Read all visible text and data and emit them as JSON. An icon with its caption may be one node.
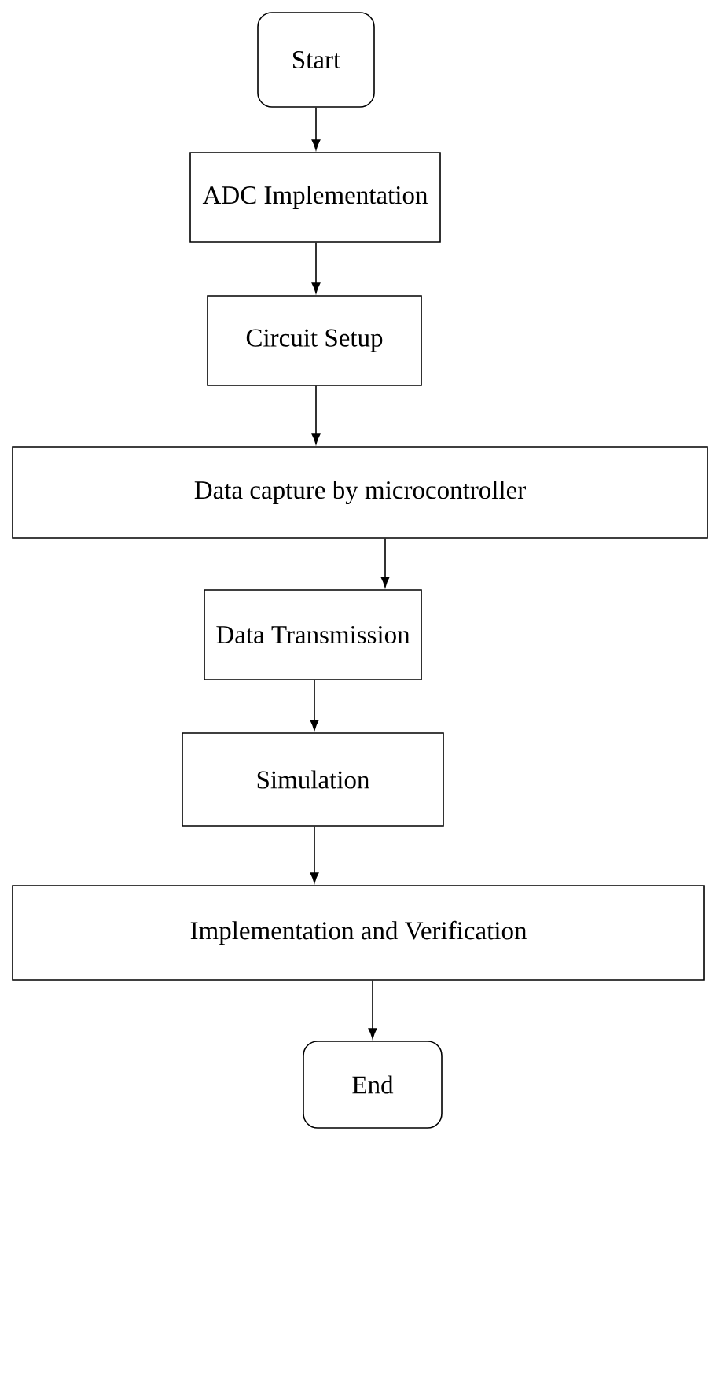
{
  "diagram": {
    "nodes": [
      {
        "text": [
          "Start"
        ]
      },
      {
        "text": [
          "ADC Implementation"
        ]
      },
      {
        "text": [
          "Circuit Setup"
        ]
      },
      {
        "text": [
          "Data capture by microcontroller"
        ]
      },
      {
        "text": [
          "Data Transmission"
        ]
      },
      {
        "text": [
          "Simulation"
        ]
      },
      {
        "text": [
          "Implementation and Verification"
        ]
      },
      {
        "text": [
          "End"
        ]
      }
    ],
    "edges": [
      {
        "from": 0,
        "to": 1,
        "arrow": "to"
      },
      {
        "from": 1,
        "to": 2,
        "arrow": "to"
      },
      {
        "from": 2,
        "to": 3,
        "arrow": "to"
      },
      {
        "from": 3,
        "to": 4,
        "arrow": "to"
      },
      {
        "from": 4,
        "to": 5,
        "arrow": "to"
      },
      {
        "from": 5,
        "to": 6,
        "arrow": "to"
      },
      {
        "from": 6,
        "to": 7,
        "arrow": "to"
      }
    ]
  }
}
